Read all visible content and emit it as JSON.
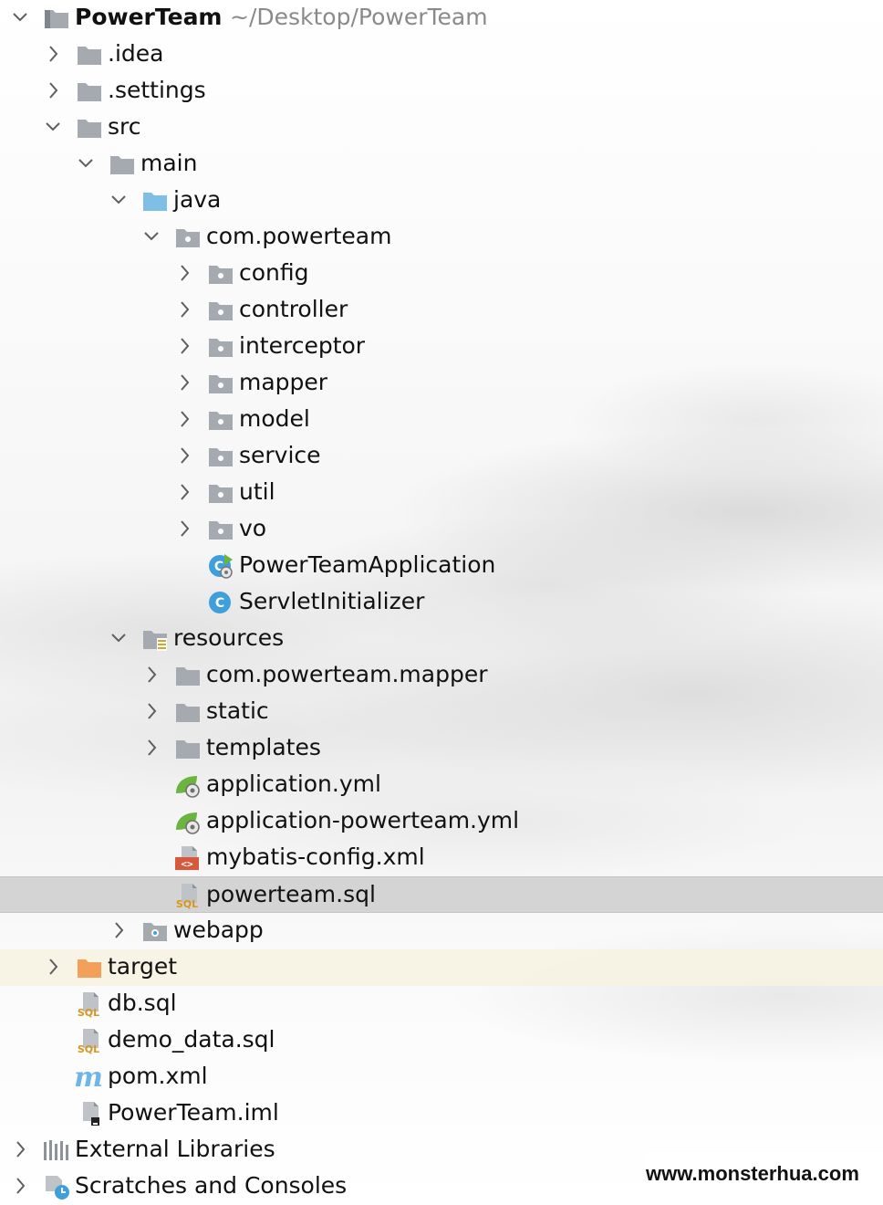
{
  "project_view": {
    "root": {
      "name": "PowerTeam",
      "path": "~/Desktop/PowerTeam",
      "icon": "module-folder-icon",
      "expanded": true
    },
    "rows": [
      {
        "label": "PowerTeam",
        "icon": "module-folder-icon",
        "expander": "expanded"
      },
      {
        "label": ".idea",
        "icon": "folder-icon",
        "expander": "collapsed"
      },
      {
        "label": ".settings",
        "icon": "folder-icon",
        "expander": "collapsed"
      },
      {
        "label": "src",
        "icon": "folder-icon",
        "expander": "expanded"
      },
      {
        "label": "main",
        "icon": "folder-icon",
        "expander": "expanded"
      },
      {
        "label": "java",
        "icon": "source-root-folder-icon",
        "expander": "expanded"
      },
      {
        "label": "com.powerteam",
        "icon": "package-icon",
        "expander": "expanded"
      },
      {
        "label": "config",
        "icon": "package-icon",
        "expander": "collapsed"
      },
      {
        "label": "controller",
        "icon": "package-icon",
        "expander": "collapsed"
      },
      {
        "label": "interceptor",
        "icon": "package-icon",
        "expander": "collapsed"
      },
      {
        "label": "mapper",
        "icon": "package-icon",
        "expander": "collapsed"
      },
      {
        "label": "model",
        "icon": "package-icon",
        "expander": "collapsed"
      },
      {
        "label": "service",
        "icon": "package-icon",
        "expander": "collapsed"
      },
      {
        "label": "util",
        "icon": "package-icon",
        "expander": "collapsed"
      },
      {
        "label": "vo",
        "icon": "package-icon",
        "expander": "collapsed"
      },
      {
        "label": "PowerTeamApplication",
        "icon": "spring-boot-class-icon",
        "expander": "none"
      },
      {
        "label": "ServletInitializer",
        "icon": "java-class-icon",
        "expander": "none"
      },
      {
        "label": "resources",
        "icon": "resources-root-folder-icon",
        "expander": "expanded"
      },
      {
        "label": "com.powerteam.mapper",
        "icon": "folder-icon",
        "expander": "collapsed"
      },
      {
        "label": "static",
        "icon": "folder-icon",
        "expander": "collapsed"
      },
      {
        "label": "templates",
        "icon": "folder-icon",
        "expander": "collapsed"
      },
      {
        "label": "application.yml",
        "icon": "spring-config-file-icon",
        "expander": "none"
      },
      {
        "label": "application-powerteam.yml",
        "icon": "spring-config-file-icon",
        "expander": "none"
      },
      {
        "label": "mybatis-config.xml",
        "icon": "xml-file-icon",
        "expander": "none"
      },
      {
        "label": "powerteam.sql",
        "icon": "sql-file-icon",
        "expander": "none",
        "selected": true
      },
      {
        "label": "webapp",
        "icon": "web-folder-icon",
        "expander": "collapsed"
      },
      {
        "label": "target",
        "icon": "excluded-folder-icon",
        "expander": "collapsed",
        "excluded": true
      },
      {
        "label": "db.sql",
        "icon": "sql-file-icon",
        "expander": "none"
      },
      {
        "label": "demo_data.sql",
        "icon": "sql-file-icon",
        "expander": "none"
      },
      {
        "label": "pom.xml",
        "icon": "maven-icon",
        "expander": "none"
      },
      {
        "label": "PowerTeam.iml",
        "icon": "iml-file-icon",
        "expander": "none"
      },
      {
        "label": "External Libraries",
        "icon": "libraries-icon",
        "expander": "collapsed"
      },
      {
        "label": "Scratches and Consoles",
        "icon": "scratches-icon",
        "expander": "collapsed"
      }
    ],
    "sql_badge_text": "SQL",
    "colors": {
      "folder": "#a5aab1",
      "source_root": "#7fbfe6",
      "excluded_folder": "#f2a05a",
      "class_badge": "#3f9fdb",
      "spring_green": "#6bb43f",
      "sql_badge": "#d8961f",
      "xml_red": "#d9573b",
      "selection": "#c8c8c8",
      "excluded_row": "#f6f2e2",
      "path_text": "#8a8a8a"
    }
  },
  "watermark": {
    "text": "www.monsterhua.com"
  }
}
